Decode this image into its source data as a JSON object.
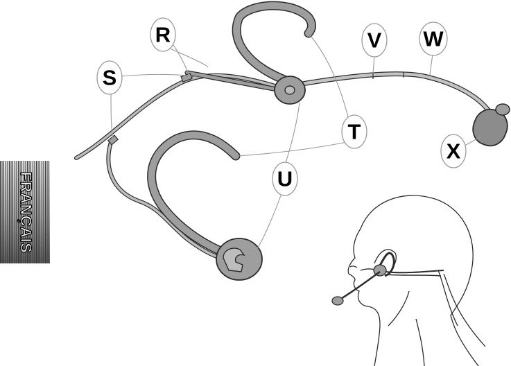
{
  "language_tab": {
    "text": "FRANÇAIS"
  },
  "callouts": [
    {
      "id": "R",
      "label": "R"
    },
    {
      "id": "S",
      "label": "S"
    },
    {
      "id": "T",
      "label": "T"
    },
    {
      "id": "U",
      "label": "U"
    },
    {
      "id": "V",
      "label": "V"
    },
    {
      "id": "W",
      "label": "W"
    },
    {
      "id": "X",
      "label": "X"
    }
  ],
  "colors": {
    "part_fill": "#9e9e9e",
    "part_fill_light": "#bdbdbd",
    "part_outline": "#2b2b2b",
    "leader_line": "#9a9a9a",
    "tab_dark": "#333333"
  }
}
